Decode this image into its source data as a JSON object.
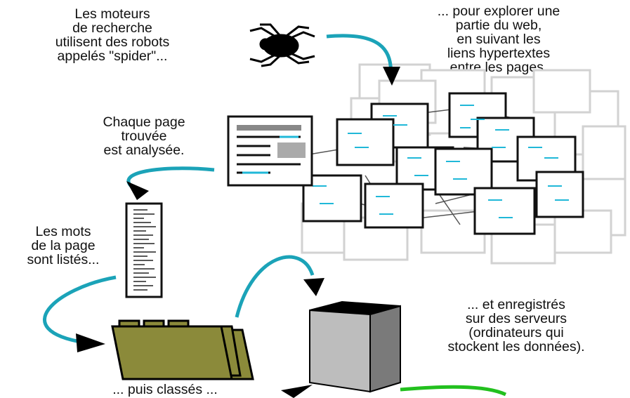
{
  "captions": {
    "spider_text": "Les moteurs\nde recherche\nutilisent des robots\nappelés \"spider\"...",
    "explore_text": "... pour explorer une\npartie du web,\nen suivant les\nliens hypertextes\nentre les pages.",
    "analyse_text": "Chaque page\ntrouvée\nest analysée.",
    "words_text": "Les mots\nde la page\nsont listés...",
    "servers_text": "... et enregistrés\nsur des serveurs\n(ordinateurs qui\nstockent les données).",
    "classified_text": "... puis classés ..."
  },
  "colors": {
    "arrow_teal": "#1ba3b8",
    "arrow_green": "#22c01e",
    "folder_fill": "#8b8a3a",
    "page_highlight": "#20b8d8",
    "ghost_page": "#d2d2d2"
  },
  "icons": [
    "spider-icon",
    "web-pages-cluster",
    "analyzed-page-icon",
    "word-list-icon",
    "folder-icon",
    "server-icon"
  ]
}
